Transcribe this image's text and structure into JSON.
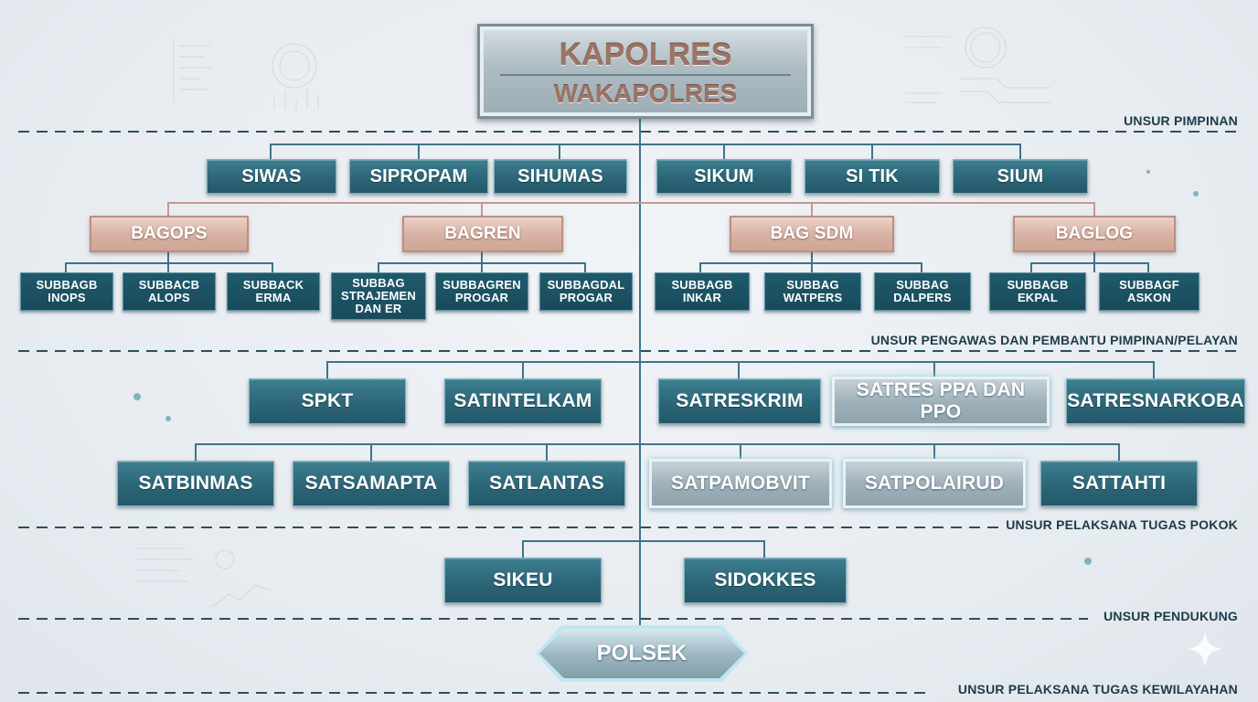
{
  "top": {
    "title": "KAPOLRES",
    "subtitle": "WAKAPOLRES"
  },
  "tiers": {
    "pimpinan": "UNSUR PIMPINAN",
    "pengawas": "UNSUR PENGAWAS DAN PEMBANTU PIMPINAN/PELAYAN",
    "pelaksana": "UNSUR PELAKSANA TUGAS POKOK",
    "pendukung": "UNSUR PENDUKUNG",
    "kewilayahan": "UNSUR PELAKSANA TUGAS KEWILAYAHAN"
  },
  "si_row": [
    "SIWAS",
    "SIPROPAM",
    "SIHUMAS",
    "SIKUM",
    "SI TIK",
    "SIUM"
  ],
  "bagian": {
    "bagops": {
      "label": "BAGOPS",
      "subs": [
        [
          "SUBBAGB",
          "INOPS"
        ],
        [
          "SUBBACB",
          "ALOPS"
        ],
        [
          "SUBBACK",
          "ERMA"
        ]
      ]
    },
    "bagren": {
      "label": "BAGREN",
      "subs": [
        [
          "SUBBAG",
          "STRAJEMEN",
          "DAN ER"
        ],
        [
          "SUBBAGREN",
          "PROGAR"
        ],
        [
          "SUBBAGDAL",
          "PROGAR"
        ]
      ]
    },
    "bagsdm": {
      "label": "BAG SDM",
      "subs": [
        [
          "SUBBAGB",
          "INKAR"
        ],
        [
          "SUBBAG",
          "WATPERS"
        ],
        [
          "SUBBAG",
          "DALPERS"
        ]
      ]
    },
    "baglog": {
      "label": "BAGLOG",
      "subs": [
        [
          "SUBBAGB",
          "EKPAL"
        ],
        [
          "SUBBAGF",
          "ASKON"
        ]
      ]
    }
  },
  "sat_row1": [
    "SPKT",
    "SATINTELKAM",
    "SATRESKRIM",
    "SATRES PPA DAN PPO",
    "SATRESNARKOBA"
  ],
  "sat_row2": [
    "SATBINMAS",
    "SATSAMAPTA",
    "SATLANTAS",
    "SATPAMOBVIT",
    "SATPOLAIRUD",
    "SATTAHTI"
  ],
  "pendukung_row": [
    "SIKEU",
    "SIDOKKES"
  ],
  "polsek": "POLSEK",
  "colors": {
    "teal": "#2c6677",
    "dark_teal": "#184b5b",
    "rose": "#d9b3a5",
    "silver": "#9fb2bb",
    "line": "#3f7487",
    "dash": "#2d4f5e"
  }
}
